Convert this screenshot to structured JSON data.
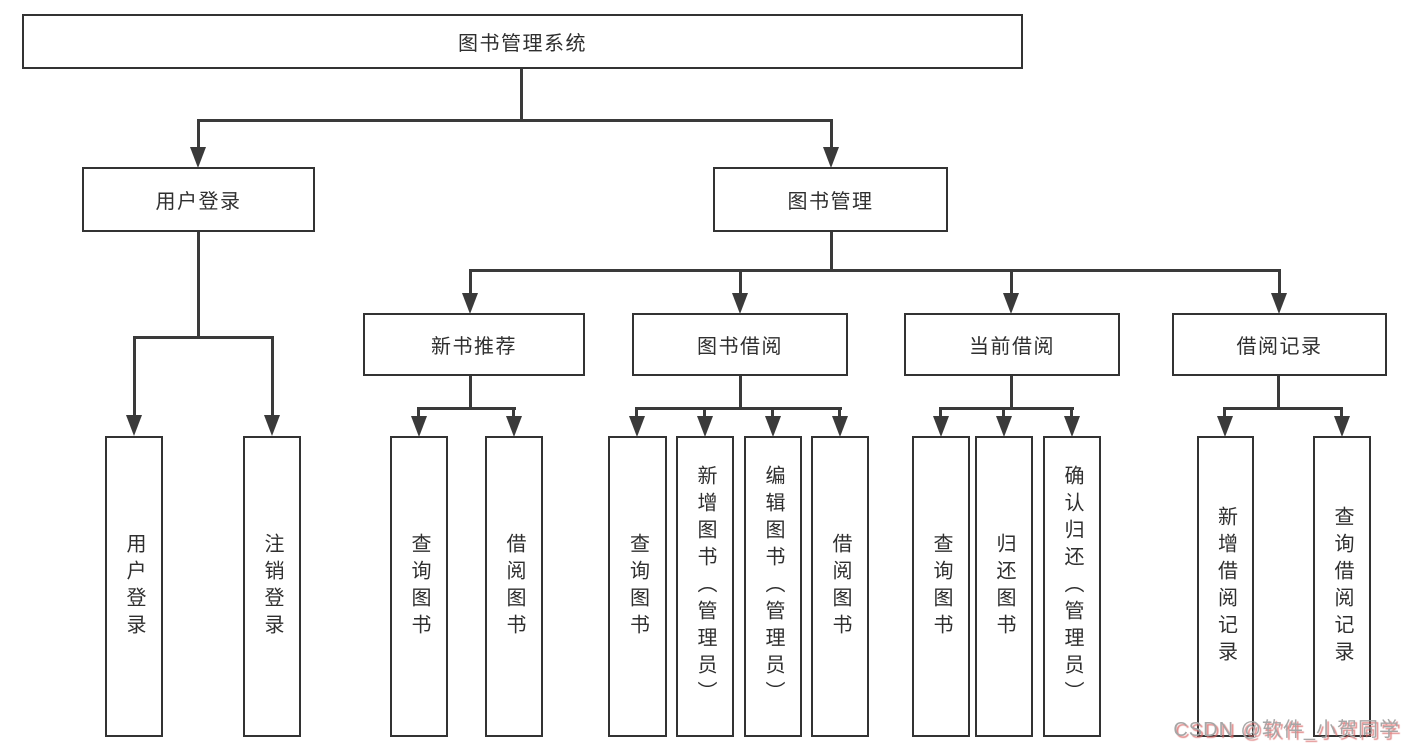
{
  "tree": {
    "root": {
      "label": "图书管理系统"
    },
    "branches": [
      {
        "label": "用户登录",
        "children": [
          "用户登录",
          "注销登录"
        ]
      },
      {
        "label": "图书管理",
        "sections": [
          {
            "label": "新书推荐",
            "children": [
              "查询图书",
              "借阅图书"
            ]
          },
          {
            "label": "图书借阅",
            "children": [
              "查询图书",
              "新增图书（管理员）",
              "编辑图书（管理员）",
              "借阅图书"
            ]
          },
          {
            "label": "当前借阅",
            "children": [
              "查询图书",
              "归还图书",
              "确认归还（管理员）"
            ]
          },
          {
            "label": "借阅记录",
            "children": [
              "新增借阅记录",
              "查询借阅记录"
            ]
          }
        ]
      }
    ]
  },
  "watermark": {
    "text": "CSDN @软件_小贺同学"
  },
  "colors": {
    "line": "#3a3a3a",
    "box_border": "#333333",
    "text": "#2f2f2f",
    "watermark_gray": "#a6a6a6",
    "watermark_red": "#d96c6c"
  }
}
